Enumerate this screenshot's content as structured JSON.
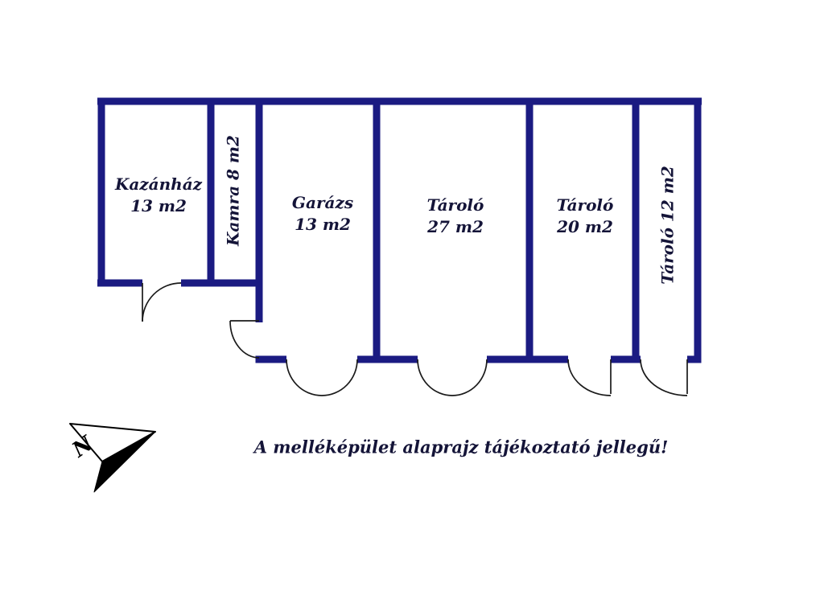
{
  "caption": "A melléképület alaprajz tájékoztató jellegű!",
  "compass": {
    "label": "N"
  },
  "rooms": [
    {
      "id": "kazanhaz",
      "name": "Kazánház",
      "area": "13 m2",
      "orientation": "horizontal"
    },
    {
      "id": "kamra",
      "name": "Kamra",
      "area": "8 m2",
      "orientation": "vertical"
    },
    {
      "id": "garazs",
      "name": "Garázs",
      "area": "13 m2",
      "orientation": "horizontal"
    },
    {
      "id": "tarolo-27",
      "name": "Tároló",
      "area": "27 m2",
      "orientation": "horizontal"
    },
    {
      "id": "tarolo-20",
      "name": "Tároló",
      "area": "20 m2",
      "orientation": "horizontal"
    },
    {
      "id": "tarolo-12",
      "name": "Tároló",
      "area": "12 m2",
      "orientation": "vertical"
    }
  ],
  "colors": {
    "wall": "#1b1b82",
    "text": "#141438",
    "door_line": "#1a1a1a"
  }
}
